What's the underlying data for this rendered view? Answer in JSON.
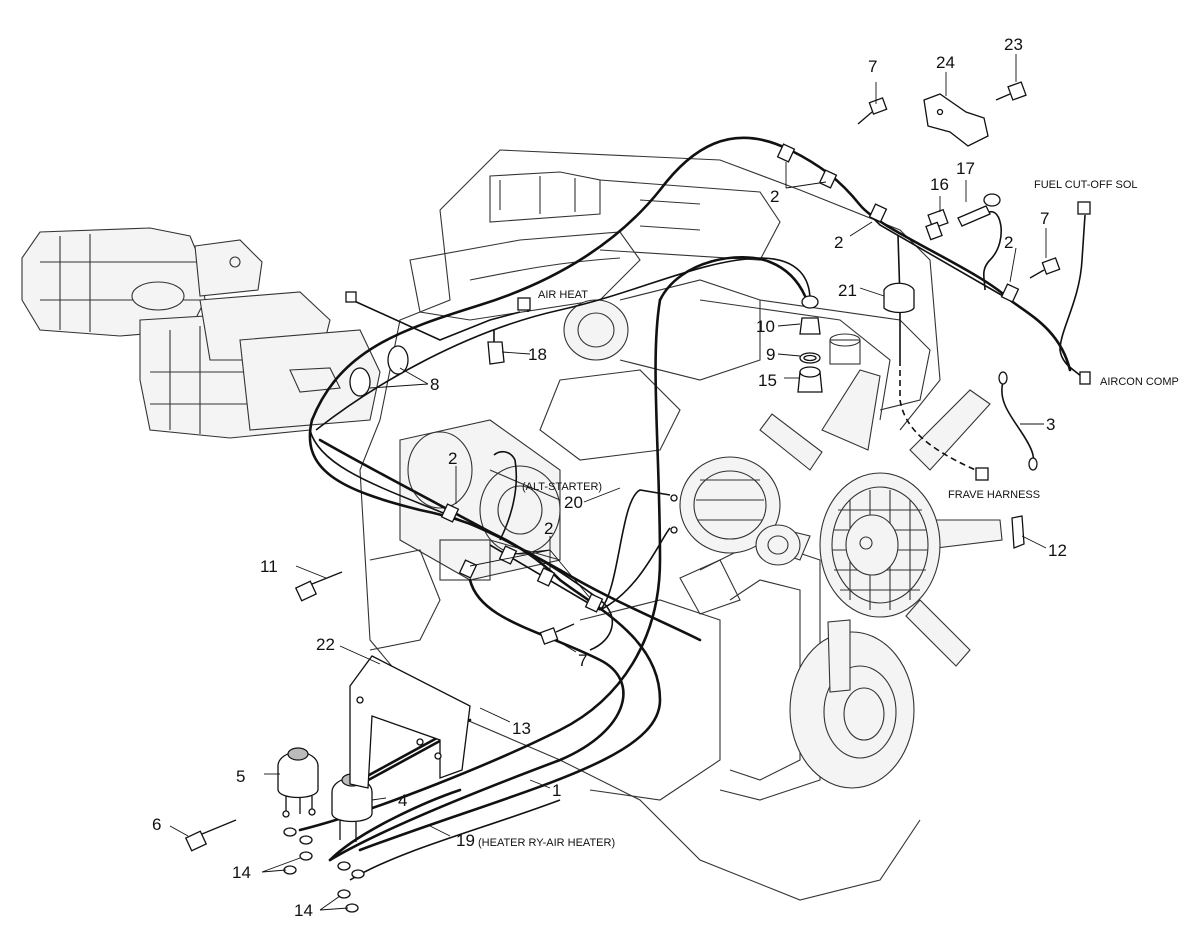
{
  "callouts": {
    "c1": "1",
    "c2a": "2",
    "c2b": "2",
    "c2c": "2",
    "c2d": "2",
    "c2e": "2",
    "c3": "3",
    "c4": "4",
    "c5": "5",
    "c6": "6",
    "c7a": "7",
    "c7b": "7",
    "c7c": "7",
    "c8": "8",
    "c9": "9",
    "c10": "10",
    "c11": "11",
    "c12": "12",
    "c13": "13",
    "c14a": "14",
    "c14b": "14",
    "c15": "15",
    "c16": "16",
    "c17": "17",
    "c18": "18",
    "c19": "19",
    "c20": "20",
    "c21": "21",
    "c22": "22",
    "c23": "23",
    "c24": "24"
  },
  "labels": {
    "air_heat": "AIR HEAT",
    "alt_starter": "(ALT-STARTER)",
    "fuel_cutoff": "FUEL CUT-OFF SOL",
    "aircon_comp": "AIRCON COMP",
    "frame_harness": "FRAVE HARNESS",
    "heater_note": "(HEATER RY-AIR HEATER)"
  }
}
